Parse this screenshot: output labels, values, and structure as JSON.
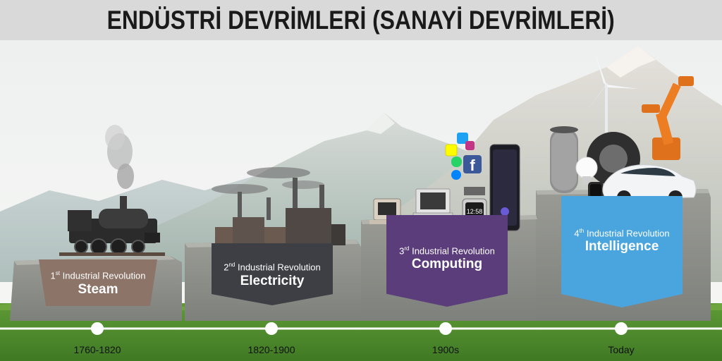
{
  "title": "ENDÜSTRİ DEVRİMLERİ (SANAYİ DEVRİMLERİ)",
  "colors": {
    "steam": "#8c7468",
    "electricity": "#3d3f44",
    "computing": "#5a3d7a",
    "intelligence": "#4aa5df",
    "grass": "#4f8a2e",
    "timeline": "#ffffff"
  },
  "revolutions": [
    {
      "ordinal": "1",
      "suffix": "st",
      "label": "Industrial Revolution",
      "name": "Steam",
      "date": "1760-1820",
      "icon": "steam-locomotive-icon"
    },
    {
      "ordinal": "2",
      "suffix": "nd",
      "label": "Industrial Revolution",
      "name": "Electricity",
      "date": "1820-1900",
      "icon": "factory-icon"
    },
    {
      "ordinal": "3",
      "suffix": "rd",
      "label": "Industrial Revolution",
      "name": "Computing",
      "date": "1900s",
      "icon": "computer-icon"
    },
    {
      "ordinal": "4",
      "suffix": "th",
      "label": "Industrial Revolution",
      "name": "Intelligence",
      "date": "Today",
      "icon": "robot-arm-icon"
    }
  ],
  "gadgets": {
    "phone_clock": "12:58"
  }
}
